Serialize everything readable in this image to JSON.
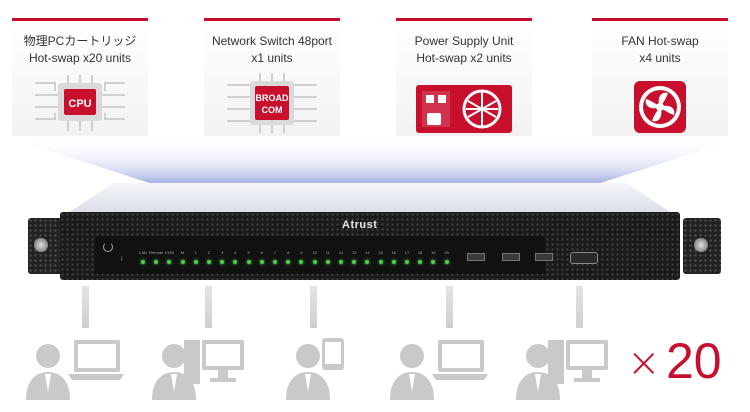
{
  "cards": [
    {
      "line1": "物理PCカートリッジ",
      "line2": "Hot-swap x20 units",
      "icon": "cpu-icon",
      "chip_label": "CPU"
    },
    {
      "line1": "Network Switch 48port",
      "line2": "x1 units",
      "icon": "broadcom-chip-icon",
      "chip_label_top": "BROAD",
      "chip_label_bottom": "COM"
    },
    {
      "line1": "Power Supply Unit",
      "line2": "Hot-swap x2 units",
      "icon": "power-supply-icon"
    },
    {
      "line1": "FAN Hot-swap",
      "line2": "x4 units",
      "icon": "fan-icon"
    }
  ],
  "server": {
    "brand": "Atrust",
    "panel_labels": [
      "LAN",
      "Remote",
      "KVM",
      "M",
      "1",
      "2",
      "3",
      "4",
      "5",
      "6",
      "7",
      "8",
      "9",
      "10",
      "11",
      "12",
      "13",
      "14",
      "15",
      "16",
      "17",
      "18",
      "19",
      "20"
    ],
    "power_label": "I"
  },
  "users": [
    "user-laptop-icon",
    "user-desktop-icon",
    "user-tablet-icon",
    "user-laptop-icon",
    "user-desktop-icon"
  ],
  "multiplier": {
    "symbol": "×",
    "count": "20"
  },
  "colors": {
    "accent": "#c8102e",
    "beam": "#6f7cc8",
    "led": "#4fd14f",
    "icon_gray": "#c9c9c9"
  }
}
